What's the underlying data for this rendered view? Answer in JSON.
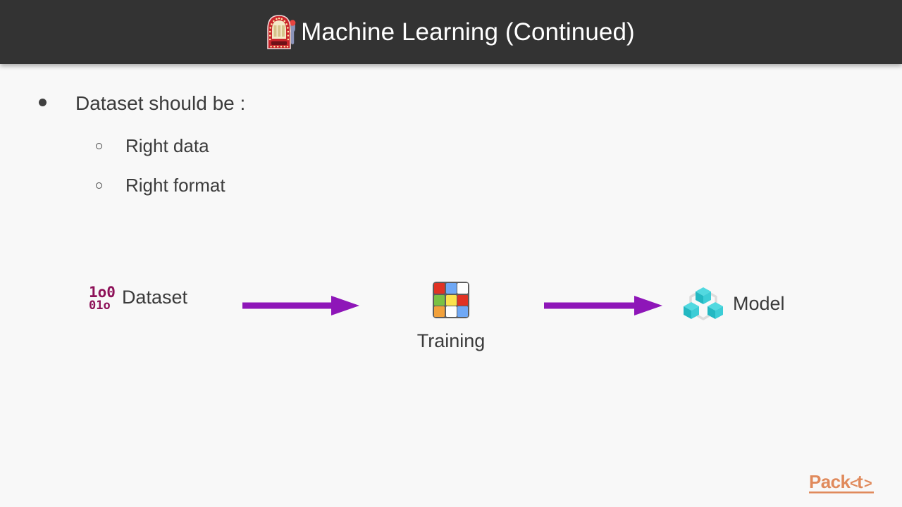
{
  "slide": {
    "header": {
      "icon": "slot-machine-icon",
      "title": "Machine Learning (Continued)",
      "background_color": "#333333",
      "text_color": "#ffffff"
    },
    "background_color": "#f8f8f8",
    "bullets": [
      {
        "level": 1,
        "marker": "filled-disc",
        "text": "Dataset should be :"
      },
      {
        "level": 2,
        "marker": "hollow-circle",
        "text": "Right data"
      },
      {
        "level": 2,
        "marker": "hollow-circle",
        "text": "Right format"
      }
    ],
    "diagram": {
      "type": "pipeline",
      "arrow_color": "#8e16b8",
      "nodes": [
        {
          "id": "dataset",
          "label": "Dataset",
          "icon": "binary-digits-icon",
          "icon_color": "#8e1259",
          "binary_rows": [
            "1o0",
            "01o"
          ]
        },
        {
          "id": "training",
          "label": "Training",
          "icon": "rubiks-cube-icon",
          "cube_colors": [
            "#e03223",
            "#6fa8f5",
            "#fdfdfd",
            "#7ac143",
            "#fbe14d",
            "#e03223",
            "#f2a13b",
            "#fdfdfd",
            "#6fa8f5"
          ],
          "cube_border_color": "#5c5c5c"
        },
        {
          "id": "model",
          "label": "Model",
          "icon": "blockchain-cubes-icon",
          "icon_color": "#2cc3cd",
          "icon_ring_color": "#dcdcdc"
        }
      ],
      "arrows": [
        {
          "id": "arrow-dataset-to-training",
          "from": "dataset",
          "to": "training"
        },
        {
          "id": "arrow-training-to-model",
          "from": "training",
          "to": "model"
        }
      ]
    },
    "footer": {
      "logo_text": "Packt",
      "logo_color": "#e08a5c"
    }
  }
}
